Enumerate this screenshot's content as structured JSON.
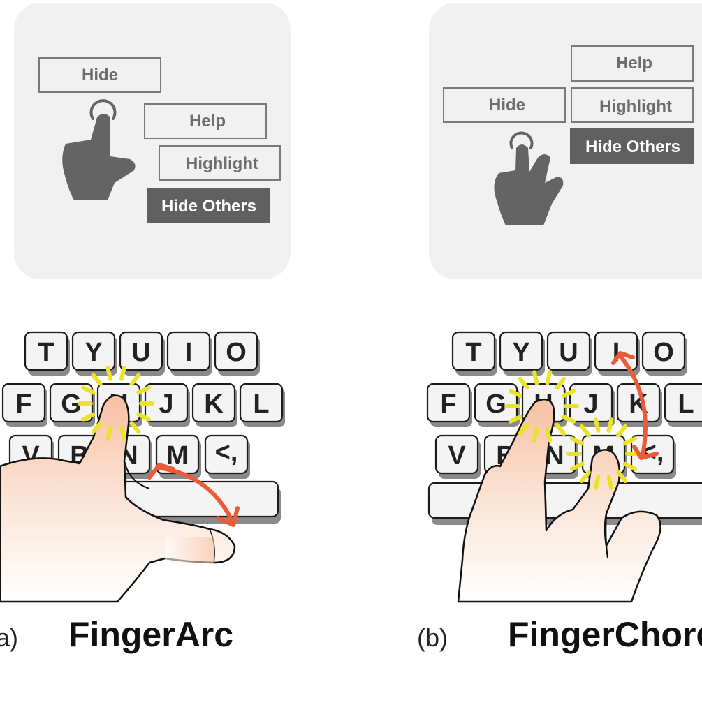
{
  "panel_a": {
    "menu": {
      "hide": "Hide",
      "help": "Help",
      "highlight": "Highlight",
      "hide_others": "Hide Others"
    },
    "icon": "one-finger-tap-hand-icon",
    "keyboard": {
      "row1": [
        "T",
        "Y",
        "U",
        "I",
        "O"
      ],
      "row2": [
        "F",
        "G",
        "H",
        "J",
        "K",
        "L"
      ],
      "row3": [
        "V",
        "B",
        "N",
        "M",
        "<,"
      ]
    },
    "caption_letter": "(a)",
    "caption": "FingerArc"
  },
  "panel_b": {
    "menu": {
      "help": "Help",
      "hide": "Hide",
      "highlight": "Highlight",
      "hide_others": "Hide Others"
    },
    "icon": "two-finger-tap-hand-icon",
    "keyboard": {
      "row1": [
        "T",
        "Y",
        "U",
        "I",
        "O"
      ],
      "row2": [
        "F",
        "G",
        "H",
        "J",
        "K",
        "L"
      ],
      "row3": [
        "V",
        "B",
        "N",
        "M",
        "<,"
      ]
    },
    "caption_letter": "(b)",
    "caption": "FingerChord"
  },
  "colors": {
    "panel_bg": "#f1f1f1",
    "menu_selected": "#606060",
    "highlight_burst": "#ebe22a",
    "arrow": "#ea5b36",
    "skin": "#f7c9b0"
  }
}
